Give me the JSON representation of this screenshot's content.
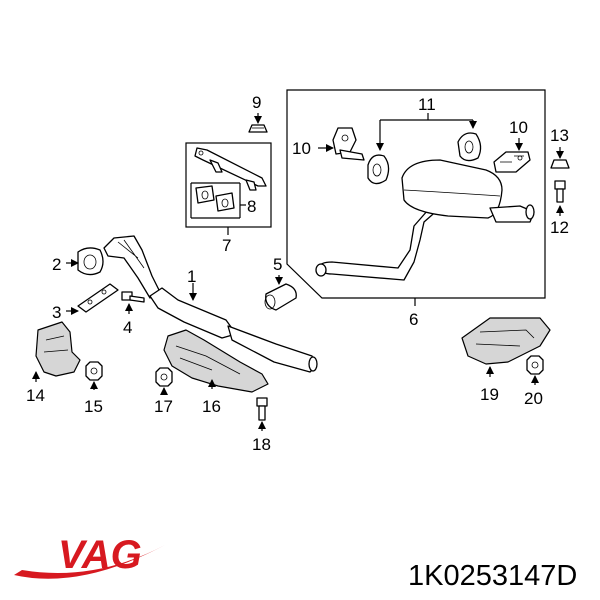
{
  "callouts": {
    "c1": "1",
    "c2": "2",
    "c3": "3",
    "c4": "4",
    "c5": "5",
    "c6": "6",
    "c7": "7",
    "c8": "8",
    "c9": "9",
    "c10a": "10",
    "c10b": "10",
    "c11": "11",
    "c12": "12",
    "c13": "13",
    "c14": "14",
    "c15": "15",
    "c16": "16",
    "c17": "17",
    "c18": "18",
    "c19": "19",
    "c20": "20"
  },
  "brand": {
    "name": "VAG",
    "color": "#d71920"
  },
  "part_number": "1K0253147D"
}
